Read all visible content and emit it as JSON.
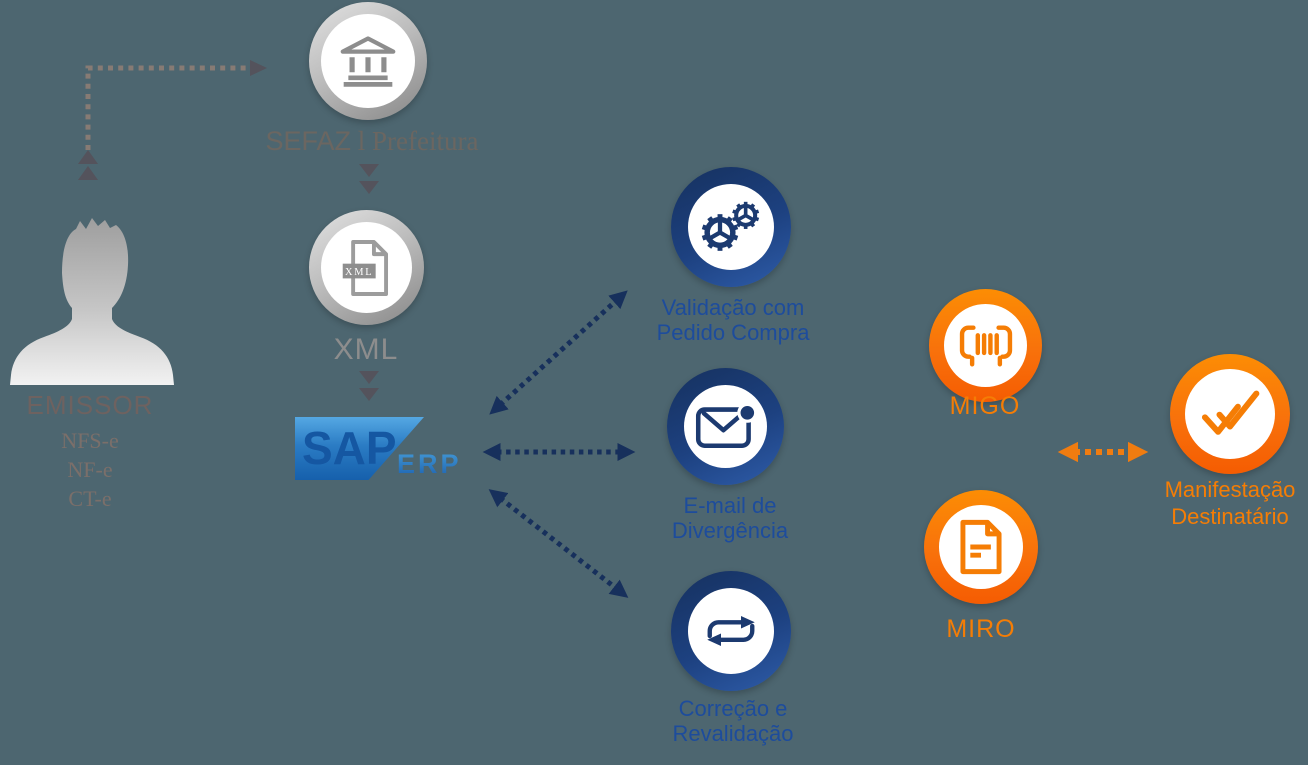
{
  "emissor": {
    "title": "EMISSOR",
    "docs": [
      "NFS-e",
      "NF-e",
      "CT-e"
    ]
  },
  "sefaz": {
    "label_prefix": "SEFAZ",
    "label_suffix": " l Prefeitura"
  },
  "xml_node": {
    "label": "XML",
    "file_badge": "XML"
  },
  "sap": {
    "brand": "SAP",
    "product": "ERP"
  },
  "processes": {
    "validacao": {
      "line1": "Validação com",
      "line2": "Pedido Compra"
    },
    "email": {
      "line1": "E-mail de",
      "line2": "Divergência"
    },
    "correcao": {
      "line1": "Correção e",
      "line2": "Revalidação"
    }
  },
  "transactions": {
    "migo": {
      "label": "MIGO"
    },
    "miro": {
      "label": "MIRO"
    }
  },
  "manifestacao": {
    "line1": "Manifestação",
    "line2": "Destinatário"
  },
  "icons": {
    "sefaz": "bank-icon",
    "xml": "xml-file-icon",
    "validacao": "gears-icon",
    "email": "mail-alert-icon",
    "correcao": "sync-arrows-icon",
    "migo": "barcode-icon",
    "miro": "invoice-document-icon",
    "manifestacao": "double-check-icon"
  },
  "colors": {
    "background": "#4d6670",
    "navy_arrow": "#17305c",
    "blue_label": "#1d4c9c",
    "orange": "#f57d05",
    "gray_connector": "#877b74",
    "gray_chevron": "#54535c",
    "gray_ring": "#9a9a9a",
    "sap_blue": "#1660ac"
  }
}
